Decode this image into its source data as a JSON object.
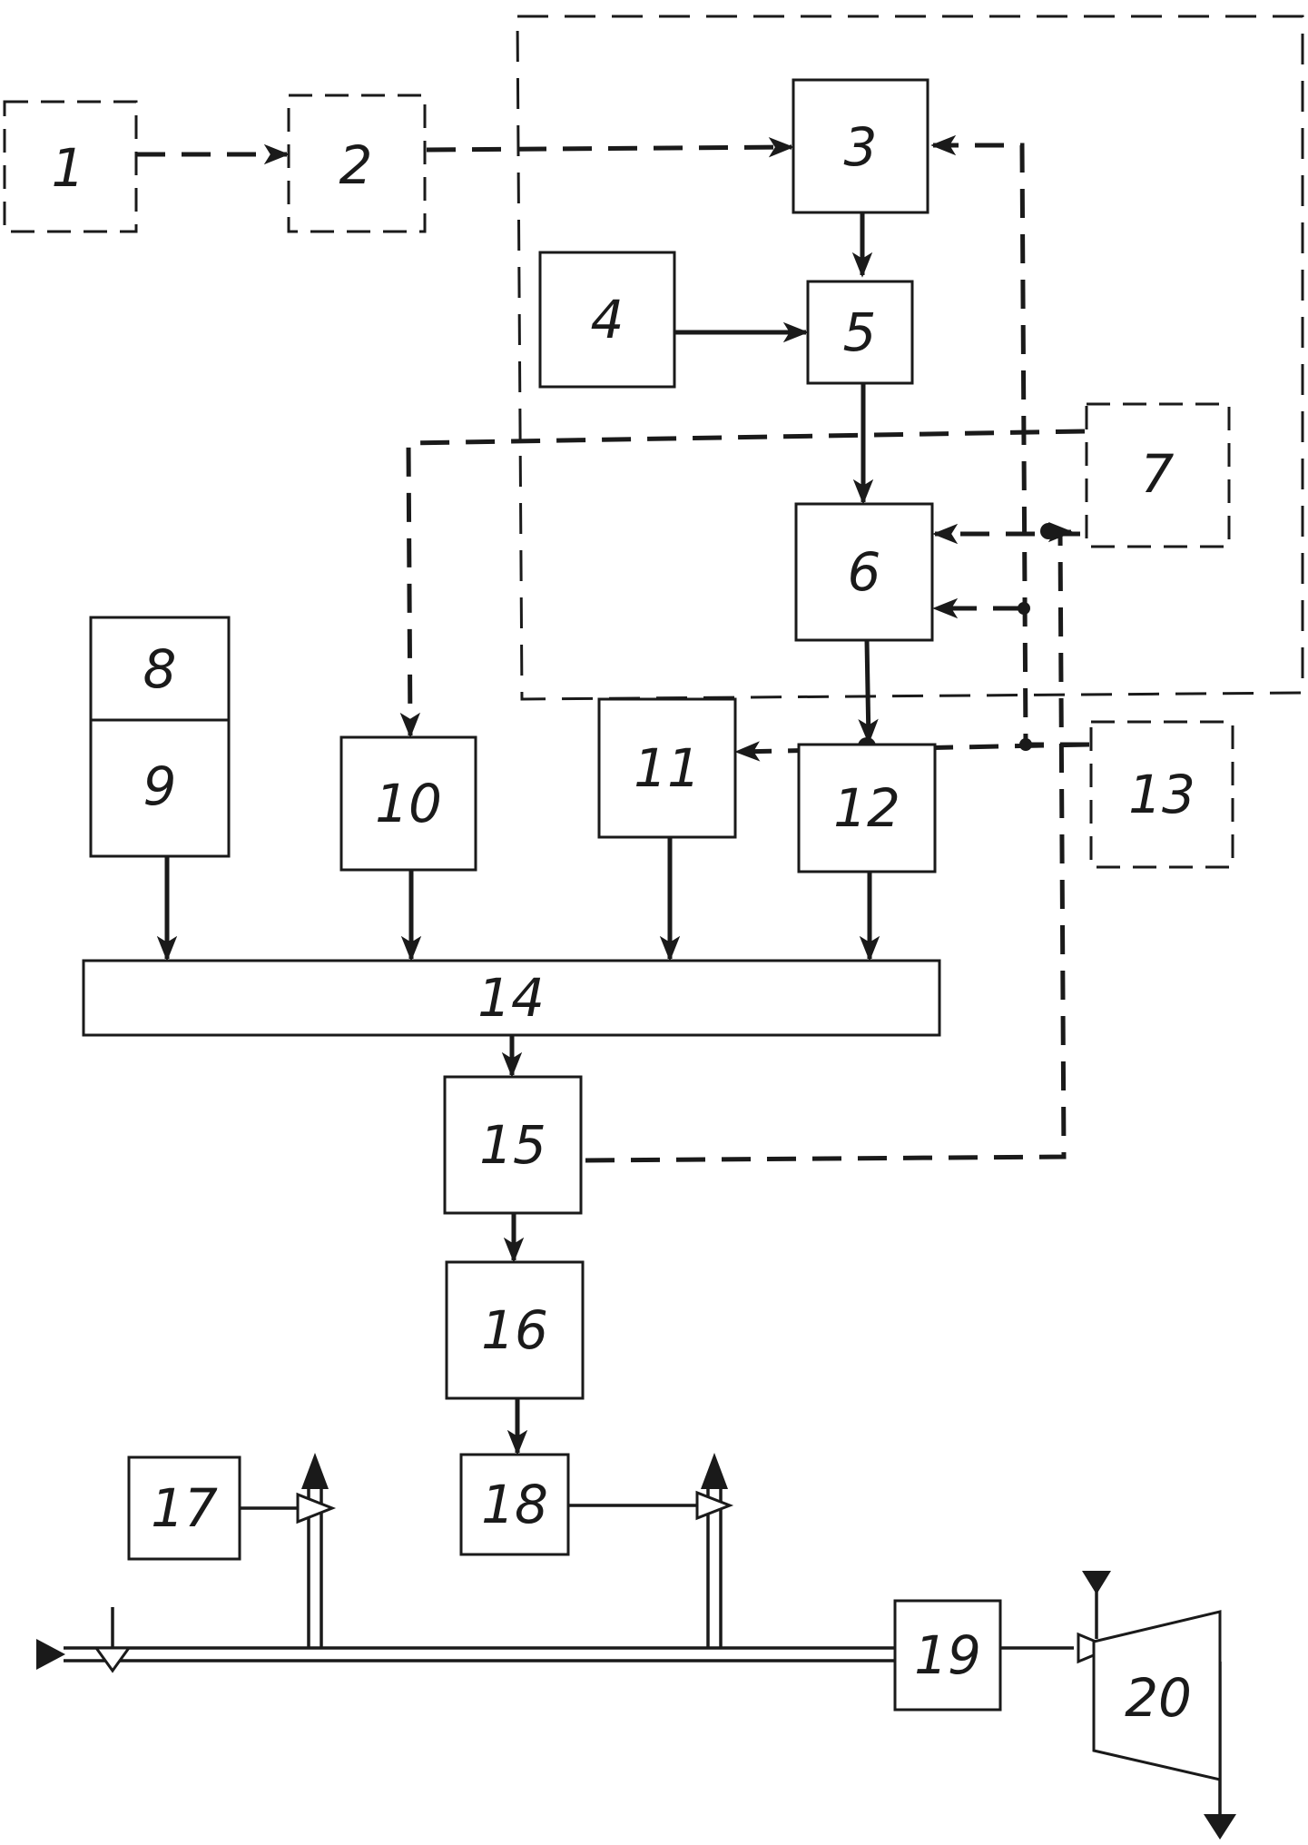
{
  "blocks": [
    {
      "id": "1",
      "label": "1"
    },
    {
      "id": "2",
      "label": "2"
    },
    {
      "id": "3",
      "label": "3"
    },
    {
      "id": "4",
      "label": "4"
    },
    {
      "id": "5",
      "label": "5"
    },
    {
      "id": "6",
      "label": "6"
    },
    {
      "id": "7",
      "label": "7"
    },
    {
      "id": "8",
      "label": "8"
    },
    {
      "id": "9",
      "label": "9"
    },
    {
      "id": "10",
      "label": "10"
    },
    {
      "id": "11",
      "label": "11"
    },
    {
      "id": "12",
      "label": "12"
    },
    {
      "id": "13",
      "label": "13"
    },
    {
      "id": "14",
      "label": "14"
    },
    {
      "id": "15",
      "label": "15"
    },
    {
      "id": "16",
      "label": "16"
    },
    {
      "id": "17",
      "label": "17"
    },
    {
      "id": "18",
      "label": "18"
    },
    {
      "id": "19",
      "label": "19"
    },
    {
      "id": "20",
      "label": "20"
    }
  ],
  "connections": [
    {
      "from": "1",
      "to": "2",
      "style": "dashed"
    },
    {
      "from": "2",
      "to": "3",
      "style": "dashed"
    },
    {
      "from": "3",
      "to": "5",
      "style": "solid"
    },
    {
      "from": "4",
      "to": "5",
      "style": "solid"
    },
    {
      "from": "5",
      "to": "6",
      "style": "solid"
    },
    {
      "from": "7",
      "to": "10",
      "style": "dashed"
    },
    {
      "from": "7",
      "to": "6",
      "style": "dashed"
    },
    {
      "from": "6",
      "to": "12",
      "style": "solid"
    },
    {
      "from": "13",
      "to": "11",
      "style": "dashed"
    },
    {
      "from": "13",
      "to": "3",
      "style": "dashed"
    },
    {
      "from": "9",
      "to": "14",
      "style": "solid"
    },
    {
      "from": "10",
      "to": "14",
      "style": "solid"
    },
    {
      "from": "11",
      "to": "14",
      "style": "solid"
    },
    {
      "from": "12",
      "to": "14",
      "style": "solid"
    },
    {
      "from": "14",
      "to": "15",
      "style": "solid"
    },
    {
      "from": "15",
      "to": "7",
      "style": "dashed"
    },
    {
      "from": "15",
      "to": "16",
      "style": "solid"
    },
    {
      "from": "16",
      "to": "18",
      "style": "solid"
    },
    {
      "from": "17",
      "to": "valve",
      "style": "solid"
    },
    {
      "from": "18",
      "to": "valve",
      "style": "solid"
    },
    {
      "from": "19",
      "to": "20",
      "style": "solid"
    }
  ]
}
